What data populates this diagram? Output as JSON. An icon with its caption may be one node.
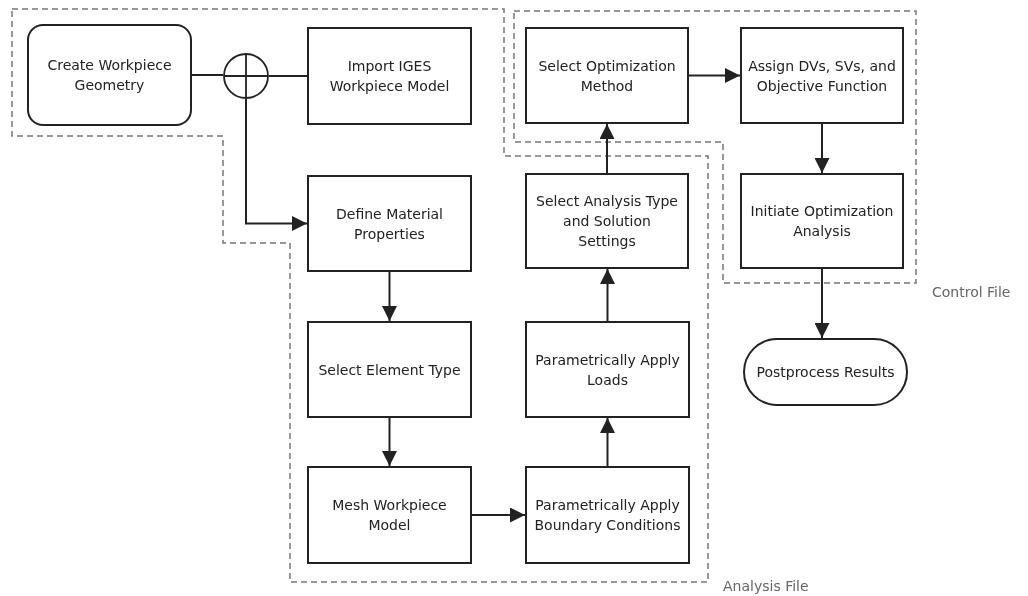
{
  "diagram": {
    "nodes": [
      {
        "text": [
          "Create Workpiece Geometry"
        ]
      },
      {
        "text": [],
        "shape": "circle"
      },
      {
        "text": [
          "Import IGES Workpiece Model"
        ]
      },
      {
        "text": [
          "Select Optimization Method"
        ]
      },
      {
        "text": [
          "Assign DVs, SVs, and Objective Function"
        ]
      },
      {
        "text": [
          "Define Material Properties"
        ]
      },
      {
        "text": [
          "Select Analysis Type and Solution Settings"
        ]
      },
      {
        "text": [
          "Initiate Optimization Analysis"
        ]
      },
      {
        "text": [
          "Select Element Type"
        ]
      },
      {
        "text": [
          "Parametrically Apply Loads"
        ]
      },
      {
        "text": [
          "Postprocess Results"
        ]
      },
      {
        "text": [
          "Mesh Workpiece Model"
        ]
      },
      {
        "text": [
          "Parametrically Apply Boundary Conditions"
        ]
      }
    ],
    "edges": [
      {
        "from": 0,
        "to": 1,
        "arrow": "none"
      },
      {
        "from": 1,
        "to": 2,
        "arrow": "none"
      },
      {
        "from": 1,
        "to": 5,
        "arrow": "to"
      },
      {
        "from": 5,
        "to": 8,
        "arrow": "to"
      },
      {
        "from": 8,
        "to": 11,
        "arrow": "to"
      },
      {
        "from": 11,
        "to": 12,
        "arrow": "to"
      },
      {
        "from": 12,
        "to": 9,
        "arrow": "to"
      },
      {
        "from": 9,
        "to": 6,
        "arrow": "to"
      },
      {
        "from": 6,
        "to": 3,
        "arrow": "to"
      },
      {
        "from": 3,
        "to": 4,
        "arrow": "to"
      },
      {
        "from": 4,
        "to": 7,
        "arrow": "to"
      },
      {
        "from": 7,
        "to": 10,
        "arrow": "to"
      }
    ],
    "labels": [
      "Control File",
      "Analysis File"
    ]
  }
}
